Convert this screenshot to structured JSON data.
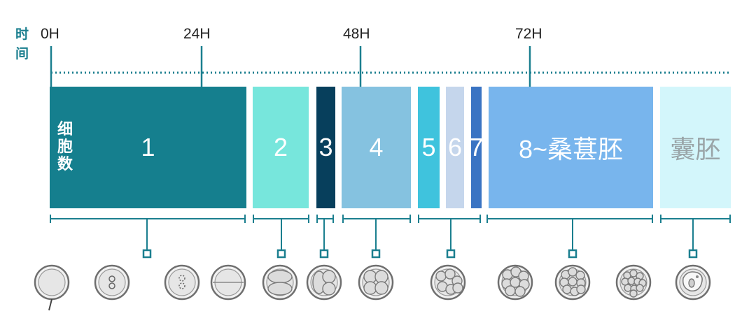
{
  "axis": {
    "title": "时间",
    "ticks": [
      "0H",
      "24H",
      "48H",
      "72H"
    ]
  },
  "cell_count_label": "细胞数",
  "stages": [
    {
      "label": "1",
      "color": "#157f8e"
    },
    {
      "label": "2",
      "color": "#77e6dc"
    },
    {
      "label": "3",
      "color": "#073f5c"
    },
    {
      "label": "4",
      "color": "#85c2e0"
    },
    {
      "label": "5",
      "color": "#3fc3dd"
    },
    {
      "label": "6",
      "color": "#c5d6ec"
    },
    {
      "label": "7",
      "color": "#3a74c3"
    },
    {
      "label": "8~桑葚胚",
      "color": "#78b5ed"
    },
    {
      "label": "囊胚",
      "color": "#d3f6fb",
      "text_color": "#9aa5a8"
    }
  ],
  "colors": {
    "axis": "#1b7f8f",
    "embryo_outline": "#6f6f6f",
    "embryo_fill": "#e6e6e6"
  }
}
